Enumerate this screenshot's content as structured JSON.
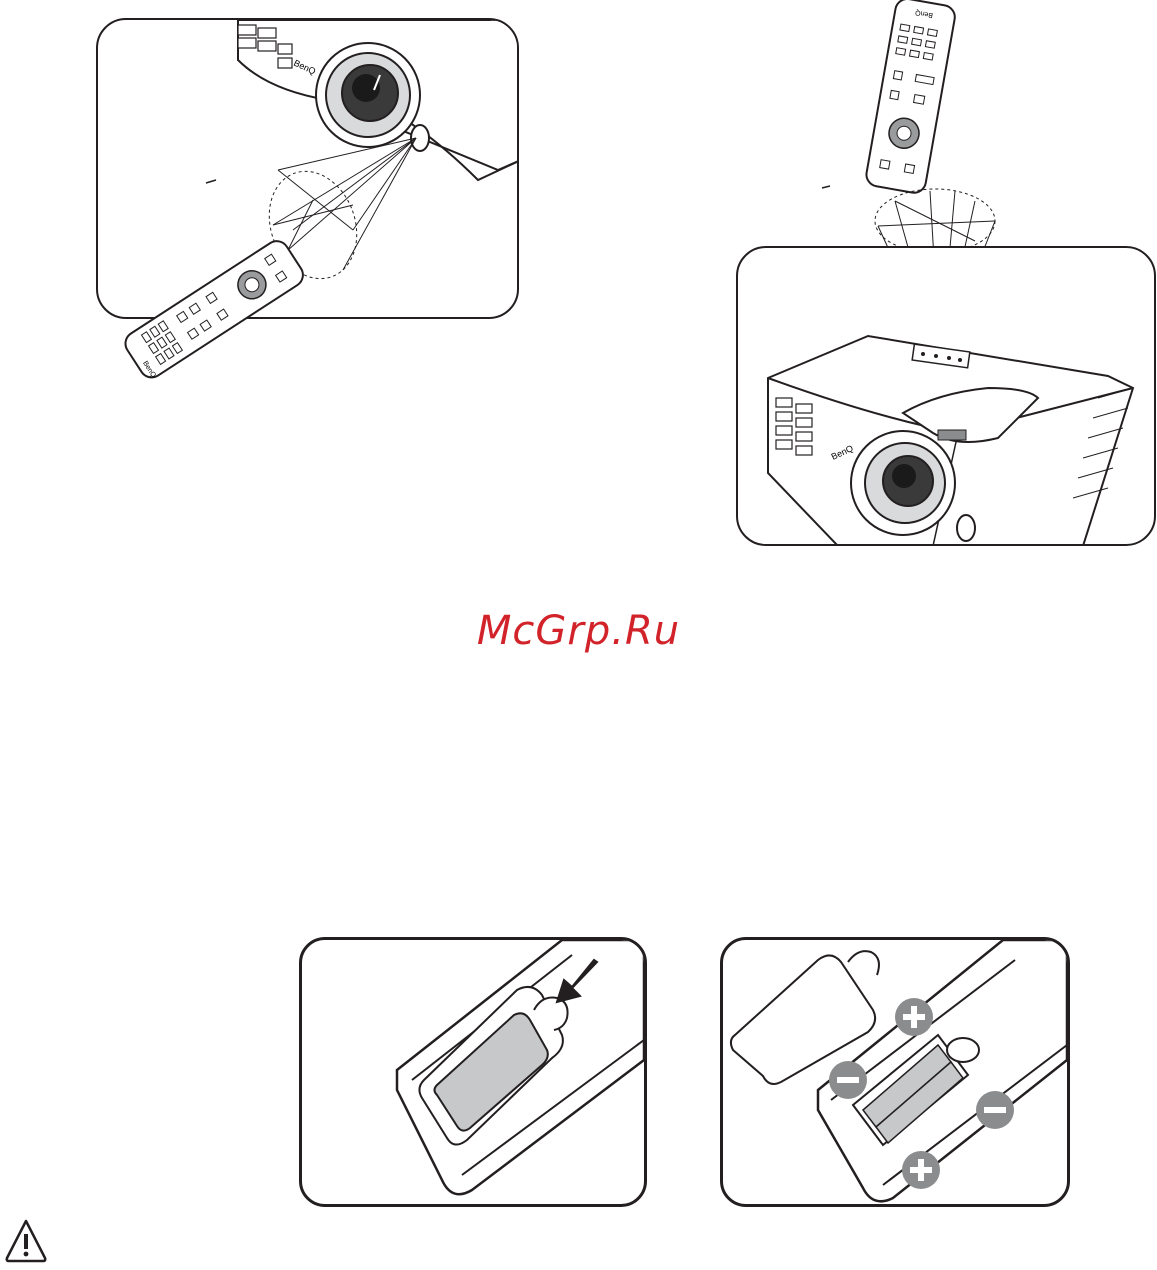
{
  "watermark": {
    "text": "McGrp.Ru",
    "color": "#d2232a"
  },
  "brand": {
    "logo_text": "BenQ"
  },
  "figures": [
    {
      "name": "front-ir-sensor-range",
      "icon": "projector-front-remote-illustration"
    },
    {
      "name": "top-ir-sensor-range",
      "icon": "projector-top-remote-illustration"
    },
    {
      "name": "open-battery-cover",
      "icon": "battery-cover-press-illustration"
    },
    {
      "name": "insert-batteries",
      "icon": "battery-polarity-illustration"
    }
  ],
  "colors": {
    "line": "#231f20",
    "battery_gray": "#c7c8ca",
    "polarity_gray": "#8a8c8e"
  },
  "warning": {
    "icon": "warning-triangle-icon"
  }
}
